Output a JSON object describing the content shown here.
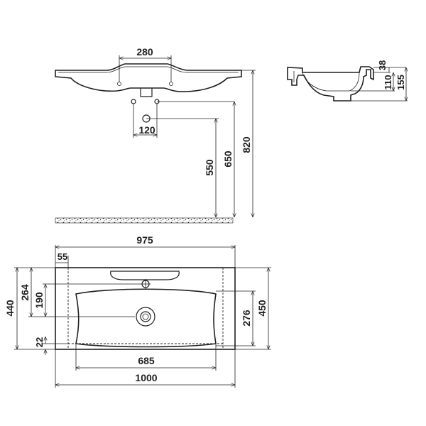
{
  "front_view": {
    "tap_spacing": "280",
    "drain_width": "120",
    "height_550": "550",
    "height_650": "650",
    "height_820": "820"
  },
  "side_view": {
    "rim_38": "38",
    "depth_110": "110",
    "depth_155": "155"
  },
  "top_view": {
    "width_975": "975",
    "edge_55": "55",
    "depth_440": "440",
    "depth_264": "264",
    "depth_190": "190",
    "bowl_276": "276",
    "depth_450": "450",
    "rim_22": "22",
    "bowl_685": "685",
    "width_1000": "1000"
  },
  "colors": {
    "line": "#231f20",
    "background": "#ffffff"
  }
}
